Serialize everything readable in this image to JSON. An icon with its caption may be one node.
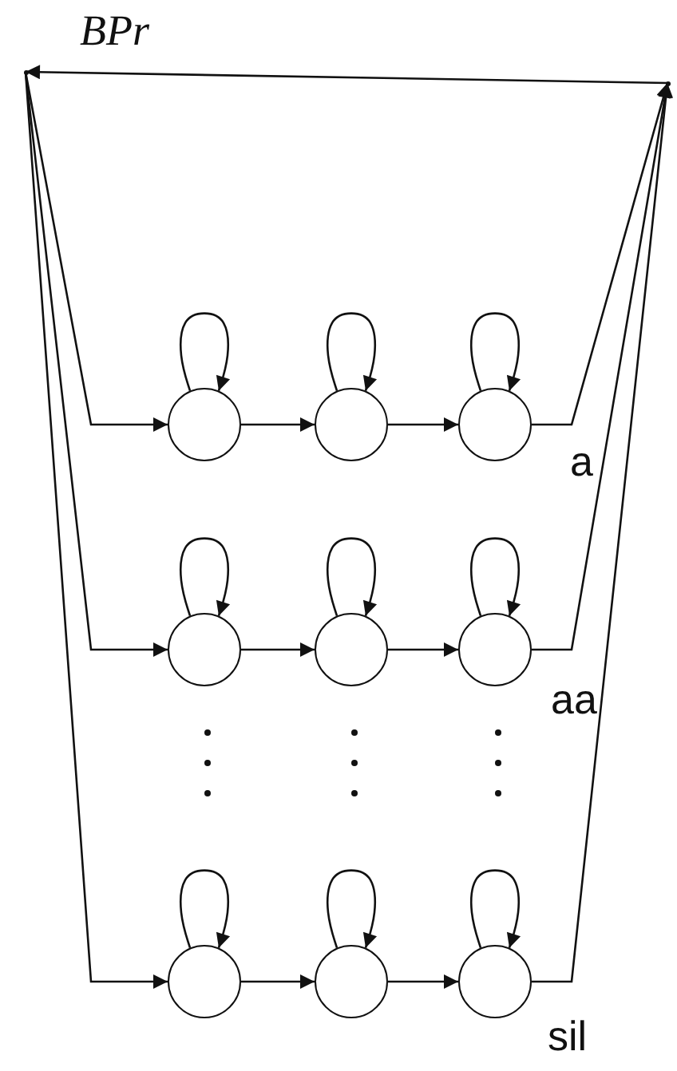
{
  "diagram": {
    "nodes": [
      {
        "text": [],
        "shape": "point"
      },
      {
        "text": [],
        "shape": "point"
      },
      {
        "text": [],
        "shape": "circle"
      },
      {
        "text": [],
        "shape": "circle"
      },
      {
        "text": [],
        "shape": "circle"
      },
      {
        "text": [],
        "shape": "circle"
      },
      {
        "text": [],
        "shape": "circle"
      },
      {
        "text": [],
        "shape": "circle"
      },
      {
        "text": [],
        "shape": "circle"
      },
      {
        "text": [],
        "shape": "circle"
      },
      {
        "text": [],
        "shape": "circle"
      }
    ],
    "edges": [
      {
        "from": 1,
        "to": 0,
        "arrow": "to",
        "label": "BPr"
      },
      {
        "from": 0,
        "to": 2,
        "arrow": "to"
      },
      {
        "from": 2,
        "to": 2,
        "arrow": "to"
      },
      {
        "from": 2,
        "to": 3,
        "arrow": "to"
      },
      {
        "from": 3,
        "to": 3,
        "arrow": "to"
      },
      {
        "from": 3,
        "to": 4,
        "arrow": "to"
      },
      {
        "from": 4,
        "to": 4,
        "arrow": "to"
      },
      {
        "from": 4,
        "to": 1,
        "arrow": "to"
      },
      {
        "from": 0,
        "to": 5,
        "arrow": "to"
      },
      {
        "from": 5,
        "to": 5,
        "arrow": "to"
      },
      {
        "from": 5,
        "to": 6,
        "arrow": "to"
      },
      {
        "from": 6,
        "to": 6,
        "arrow": "to"
      },
      {
        "from": 6,
        "to": 7,
        "arrow": "to"
      },
      {
        "from": 7,
        "to": 7,
        "arrow": "to"
      },
      {
        "from": 7,
        "to": 1,
        "arrow": "to"
      },
      {
        "from": 0,
        "to": 8,
        "arrow": "to"
      },
      {
        "from": 8,
        "to": 8,
        "arrow": "to"
      },
      {
        "from": 8,
        "to": 9,
        "arrow": "to"
      },
      {
        "from": 9,
        "to": 9,
        "arrow": "to"
      },
      {
        "from": 9,
        "to": 10,
        "arrow": "to"
      },
      {
        "from": 10,
        "to": 10,
        "arrow": "to"
      },
      {
        "from": 10,
        "to": 1,
        "arrow": "to"
      }
    ],
    "labels": [
      "a",
      "aa",
      "sil"
    ]
  }
}
